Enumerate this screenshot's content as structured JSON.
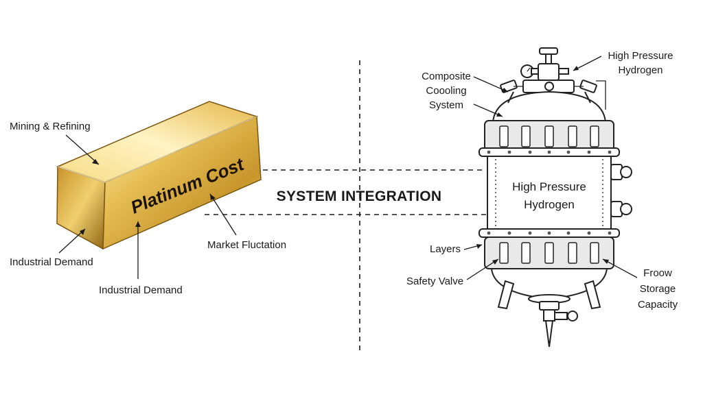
{
  "center_title": "SYSTEM INTEGRATION",
  "platinum": {
    "bar_label": "Platinum Cost",
    "labels": {
      "mining": "Mining & Refining",
      "market": "Market Fluctation",
      "demand_left": "Industrial Demand",
      "demand_bottom": "Industrial Demand"
    },
    "colors": {
      "gold_light": "#fbe7a1",
      "gold_mid": "#d8a93a",
      "gold_dark": "#8f6412"
    }
  },
  "tank": {
    "inner_line1": "High Pressure",
    "inner_line2": "Hydrogen",
    "labels": {
      "composite_1": "Composite",
      "composite_2": "Coooling",
      "composite_3": "System",
      "hp_1": "High Pressure",
      "hp_2": "Hydrogen",
      "layers": "Layers",
      "safety": "Safety Valve",
      "storage_1": "Froow",
      "storage_2": "Storage",
      "storage_3": "Capacity"
    }
  }
}
